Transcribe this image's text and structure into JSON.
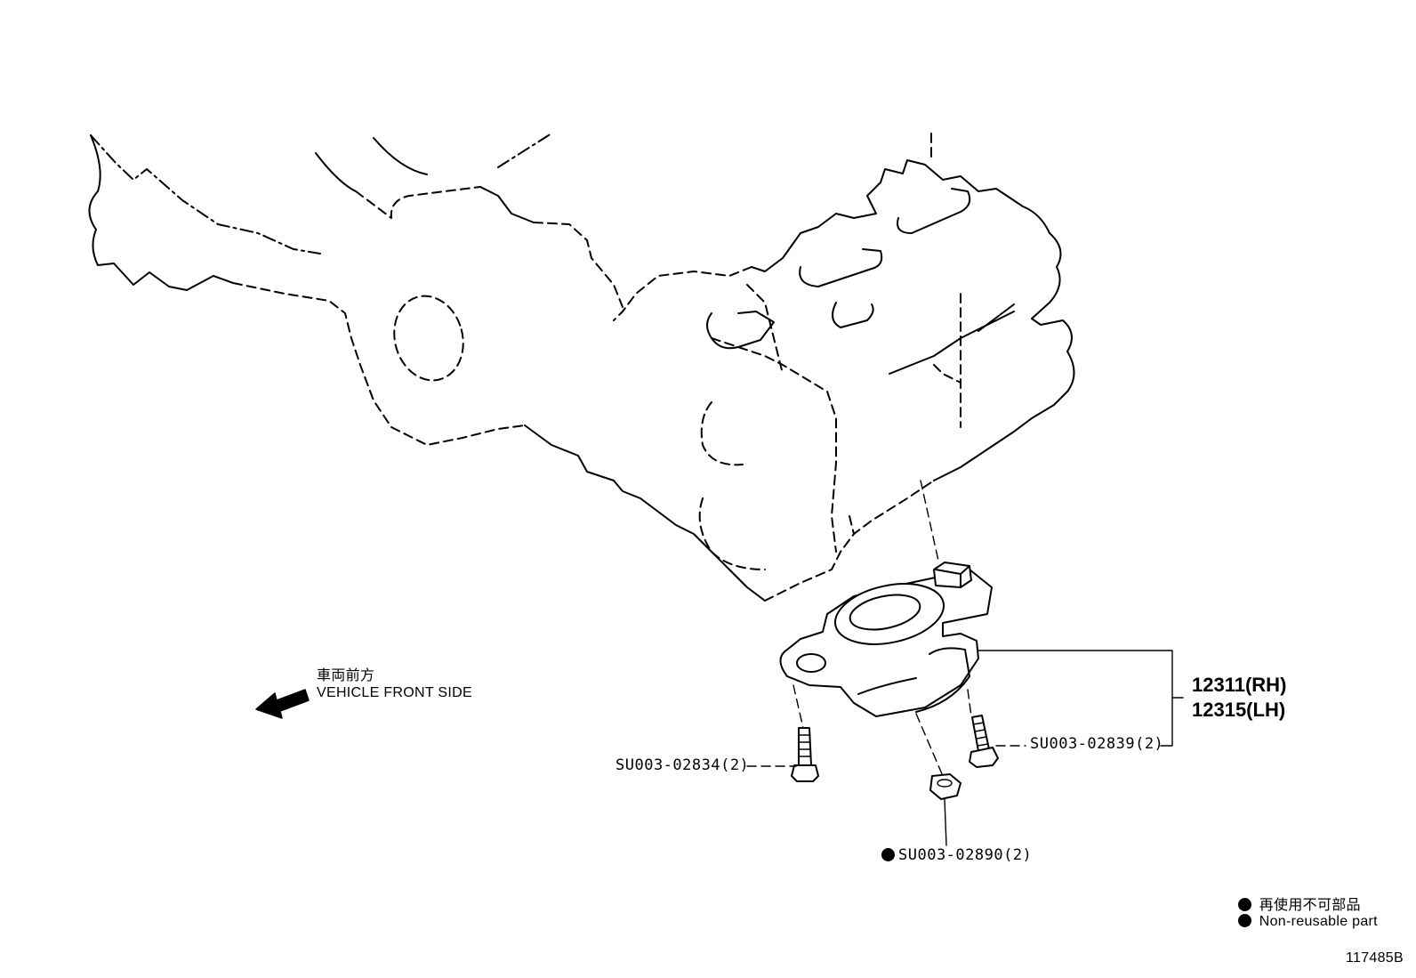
{
  "direction": {
    "label_jp": "車両前方",
    "label_en": "VEHICLE FRONT SIDE",
    "icon": "arrow-left-icon"
  },
  "parts": {
    "mount_rh": "12311(RH)",
    "mount_lh": "12315(LH)",
    "bolt_left": "SU003-02834(2)",
    "bolt_right": "SU003-02839(2)",
    "nut": "SU003-02890(2)"
  },
  "legend": {
    "non_reusable_jp": "再使用不可部品",
    "non_reusable_en": "Non-reusable part",
    "icon": "filled-circle-icon"
  },
  "figure_id": "117485B"
}
